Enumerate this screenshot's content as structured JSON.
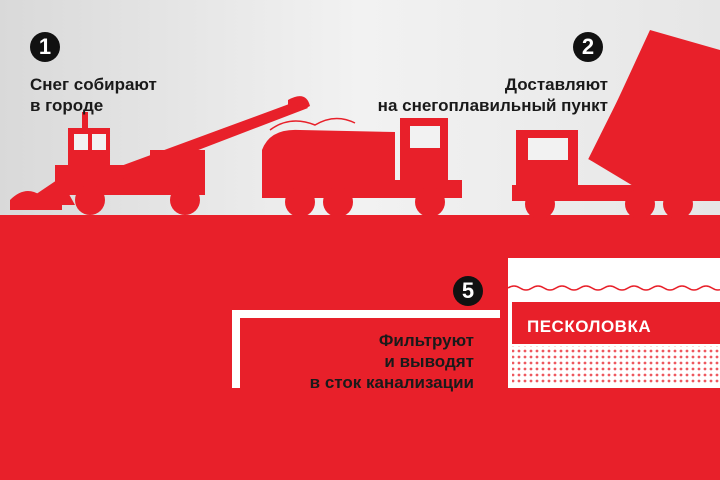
{
  "steps": [
    {
      "number": "1",
      "lines": [
        "Снег собирают",
        "в городе"
      ]
    },
    {
      "number": "2",
      "lines": [
        "Доставляют",
        "на снегоплавильный пункт"
      ]
    },
    {
      "number": "5",
      "lines": [
        "Фильтруют",
        "и выводят",
        "в сток канализации"
      ]
    }
  ],
  "tank_label": "ПЕСКОЛОВКА",
  "colors": {
    "red": "#e8202a",
    "background": "#e8e8e8",
    "text": "#1a1a1a",
    "badge": "#111111"
  }
}
